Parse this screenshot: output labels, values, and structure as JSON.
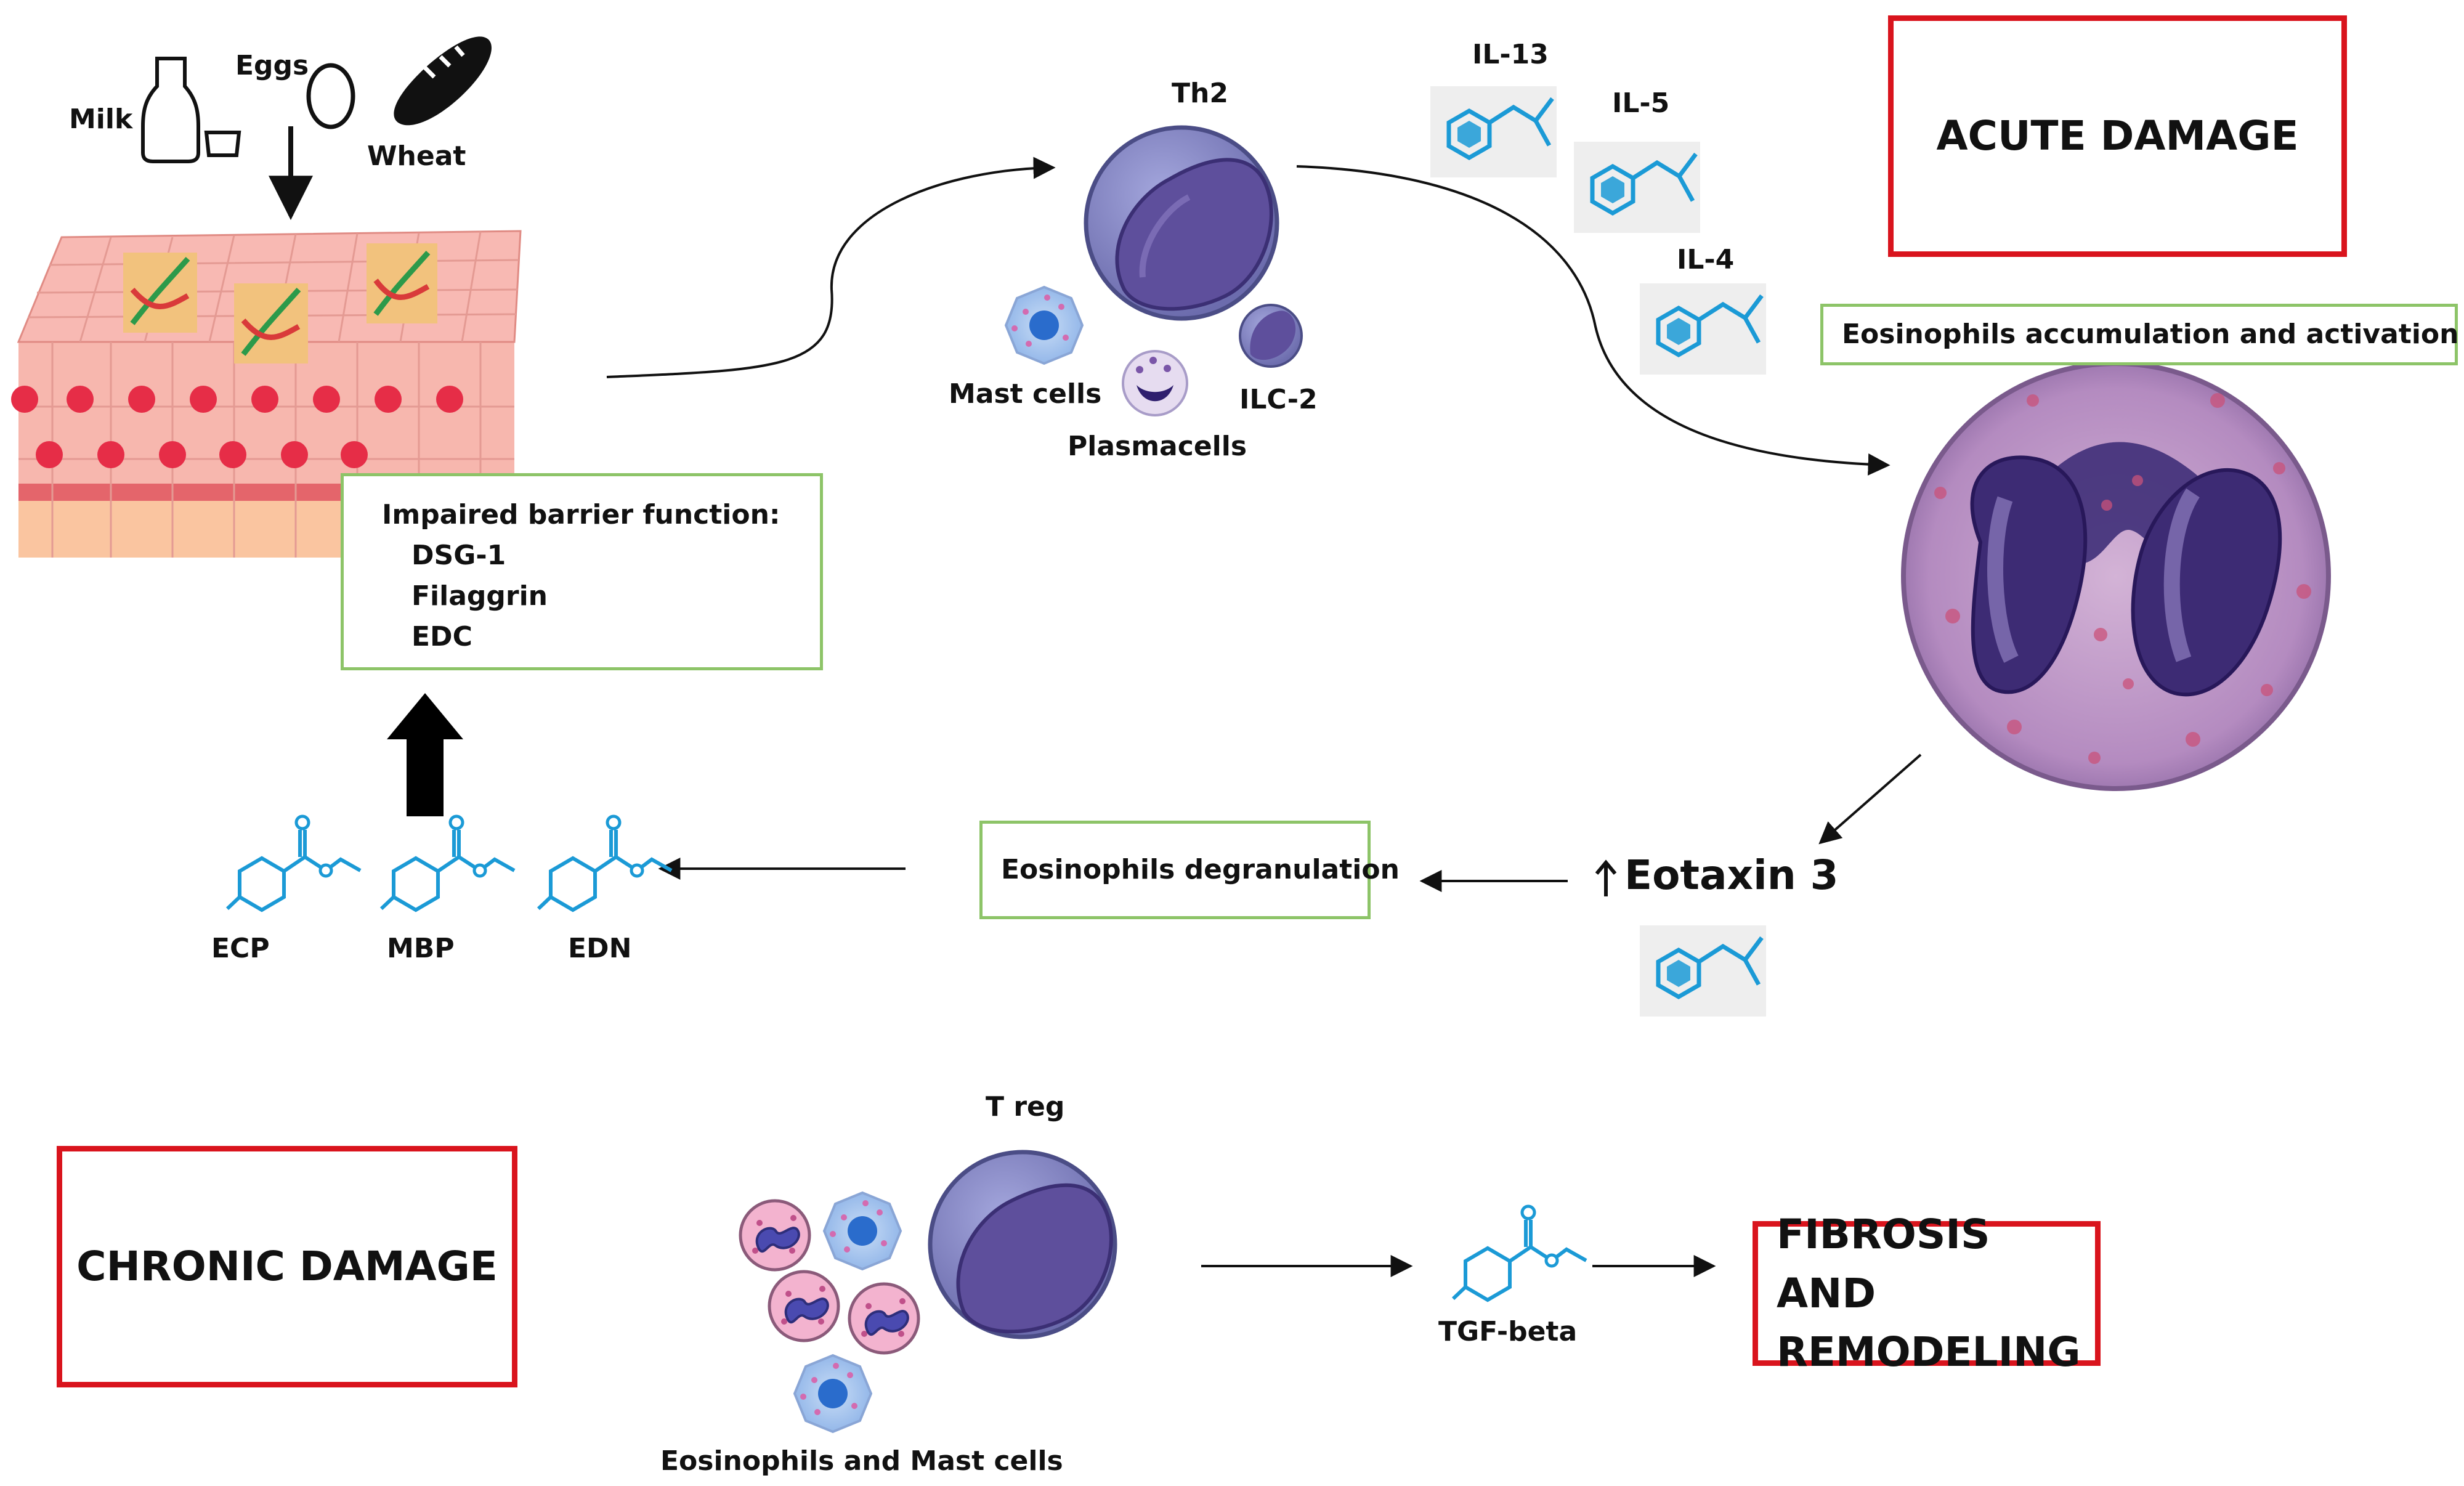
{
  "foods": {
    "milk": "Milk",
    "eggs": "Eggs",
    "wheat": "Wheat"
  },
  "cells": {
    "th2": "Th2",
    "mast_cells": "Mast cells",
    "plasmacells": "Plasmacells",
    "ilc2": "ILC-2",
    "treg": "T reg",
    "eos_mast": "Eosinophils and Mast cells"
  },
  "cytokines": {
    "il13": "IL-13",
    "il5": "IL-5",
    "il4": "IL-4"
  },
  "acute_damage": "ACUTE DAMAGE",
  "chronic_damage": "CHRONIC DAMAGE",
  "fibrosis": {
    "line1": "FIBROSIS AND",
    "line2": "REMODELING"
  },
  "eos_accumulation": "Eosinophils accumulation and activation",
  "barrier": {
    "title": "Impaired barrier function:",
    "items": [
      "DSG-1",
      "Filaggrin",
      "EDC"
    ]
  },
  "eos_degranulation": "Eosinophils degranulation",
  "eotaxin": "Eotaxin 3",
  "granule_proteins": [
    "ECP",
    "MBP",
    "EDN"
  ],
  "tgf_beta": "TGF-beta",
  "colors": {
    "green_box": "#8dc468",
    "red_box": "#d9141d",
    "molecule_blue": "#1b9ad6",
    "cell_purple": "#5a4c9a",
    "epithelium_pink": "#f7b3ad"
  },
  "icons": [
    "milk-bottle-icon",
    "egg-icon",
    "bread-icon",
    "dna-icon",
    "molecule-icon",
    "down-arrow-icon"
  ]
}
